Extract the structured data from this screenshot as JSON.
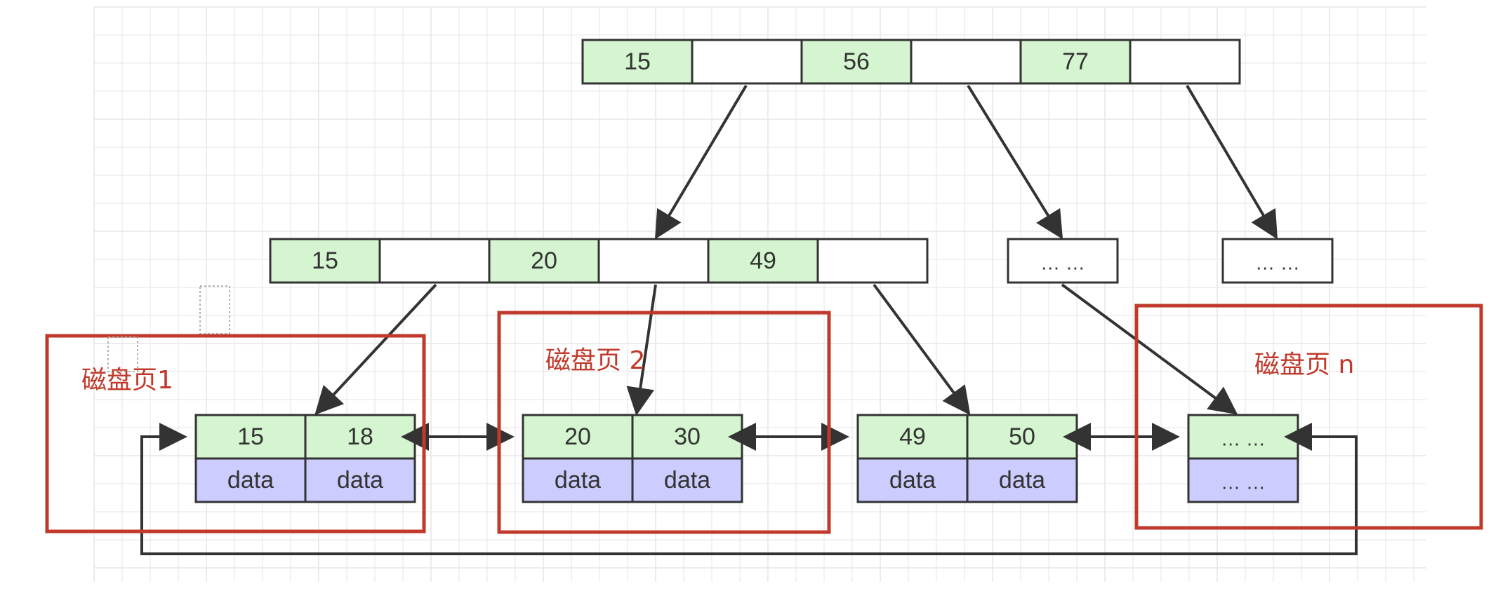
{
  "diagram": {
    "colors": {
      "key_fill": "#d5f5d0",
      "data_fill": "#ccccff",
      "empty_fill": "#ffffff",
      "stroke": "#333333",
      "arrow": "#333333",
      "highlight": "#c0392b",
      "grid": "#e6e6e6"
    },
    "root_keys": [
      "15",
      "56",
      "77"
    ],
    "mid_keys": [
      "15",
      "20",
      "49"
    ],
    "ellipsis_nodes": [
      "… …",
      "… …"
    ],
    "leaves": [
      {
        "keys": [
          "15",
          "18"
        ],
        "data": [
          "data",
          "data"
        ]
      },
      {
        "keys": [
          "20",
          "30"
        ],
        "data": [
          "data",
          "data"
        ]
      },
      {
        "keys": [
          "49",
          "50"
        ],
        "data": [
          "data",
          "data"
        ]
      },
      {
        "keys": [
          "… …"
        ],
        "data": [
          "… …"
        ]
      }
    ],
    "page_labels": [
      "磁盘页1",
      "磁盘页 2",
      "磁盘页 n"
    ]
  }
}
